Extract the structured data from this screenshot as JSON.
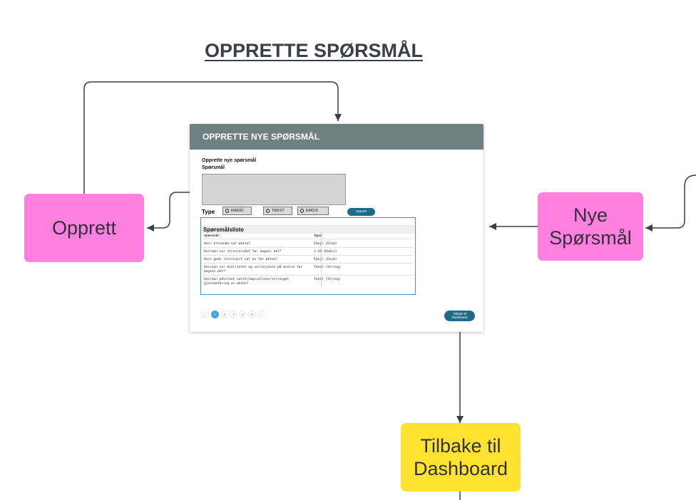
{
  "diagram": {
    "title": "OPPRETTE SPØRSMÅL",
    "nodes": {
      "opprett": "Opprett",
      "nye_sporsmal": "Nye Spørsmål",
      "tilbake": "Tilbake til Dashboard"
    }
  },
  "mockup": {
    "header": "OPPRETTE NYE SPØRSMÅL",
    "form_heading": "Opprette nye spørsmål",
    "question_label": "Spørsmål",
    "type_label": "Type",
    "type_options": [
      "RADIO",
      "TEKST",
      "EMOJI"
    ],
    "create_button": "Opprett",
    "list_title": "Spørsmålsliste",
    "columns": [
      "Spørsmål :",
      "Type:"
    ],
    "rows": [
      {
        "question": "Hvor krevende var økten?",
        "type": "Emoji (Enum)"
      },
      {
        "question": "Hvordan var stressnivået før dagens økt?",
        "type": "1-10 (Radio)"
      },
      {
        "question": "Hvor godt restituert var du før økten?",
        "type": "Emoji (Enum)"
      },
      {
        "question": "Hvordan var kvaliteten og variasjonen på øvelse før dagens økt?",
        "type": "Tekst (String)"
      },
      {
        "question": "Hvordan påvirket været/omgivelsene/terrenget gjennomføring av økten?",
        "type": "Tekst (String)"
      }
    ],
    "pagination": [
      "‹",
      "1",
      "2",
      "3",
      "4",
      "5",
      "›"
    ],
    "back_button": "Tilbake til Dashboard"
  },
  "colors": {
    "pink_node": "#ff80df",
    "yellow_node": "#ffe330",
    "header_bar": "#6f8080",
    "button_teal": "#1f6b8a",
    "list_border": "#3f93d6"
  }
}
